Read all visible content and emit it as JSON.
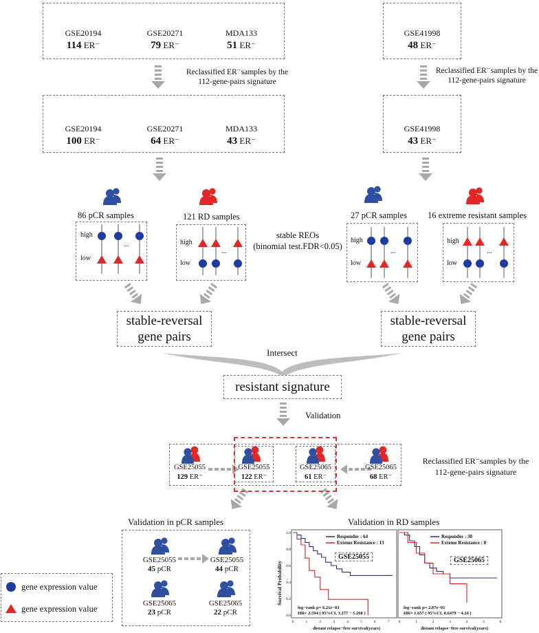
{
  "colors": {
    "blue": "#2f4fa0",
    "red": "#e02828",
    "grey_arrow": "#a8a8a8",
    "box_border": "#777777",
    "red_box": "#e03030",
    "navy_curve": "#26307a",
    "red_curve": "#d42020"
  },
  "icons": [
    "person-pair-icon",
    "blue-circle-icon",
    "red-triangle-icon",
    "dashed-arrow-icon"
  ],
  "top_left": [
    {
      "id": "GSE20194",
      "n": "114",
      "unit": "ER⁻"
    },
    {
      "id": "GSE20271",
      "n": "79",
      "unit": "ER⁻"
    },
    {
      "id": "MDA133",
      "n": "51",
      "unit": "ER⁻"
    }
  ],
  "top_right": {
    "id": "GSE41998",
    "n": "48",
    "unit": "ER⁻"
  },
  "reclass_left": [
    "Reclassified ER⁻samples by the",
    "112-gene-pairs signature"
  ],
  "reclass_right": [
    "Reclassified ER⁻samples by the",
    "112-gene-pairs signature"
  ],
  "mid_left": [
    {
      "id": "GSE20194",
      "n": "100",
      "unit": "ER⁻"
    },
    {
      "id": "GSE20271",
      "n": "64",
      "unit": "ER⁻"
    },
    {
      "id": "MDA133",
      "n": "43",
      "unit": "ER⁻"
    }
  ],
  "mid_right": {
    "id": "GSE41998",
    "n": "43",
    "unit": "ER⁻"
  },
  "groups": {
    "pcr_left": "86 pCR samples",
    "rd_left": "121 RD samples",
    "pcr_right": "27 pCR samples",
    "rd_right": "16 extreme resistant  samples"
  },
  "high": "high",
  "low": "low",
  "ellipsis": "...",
  "stable_reos": [
    "stable REOs",
    "(binomial test.FDR<0.05)"
  ],
  "stable_reversal": [
    "stable-reversal",
    "gene pairs"
  ],
  "intersect": "Intersect",
  "resistant_signature": "resistant signature",
  "validation": "Validation",
  "val_sets": {
    "a": {
      "id": "GSE25055",
      "n": "129",
      "unit": "ER⁻"
    },
    "b": {
      "id": "GSE25055",
      "n": "122",
      "unit": "ER⁻"
    },
    "c": {
      "id": "GSE25065",
      "n": "61",
      "unit": "ER⁻"
    },
    "d": {
      "id": "GSE25065",
      "n": "68",
      "unit": "ER⁻"
    }
  },
  "reclass_bottom": [
    "Reclassified ER⁻samples by the",
    "112-gene-pairs signature"
  ],
  "val_pcr_title": "Validation in pCR samples",
  "val_rd_title": "Validation in RD samples",
  "pcr_sets": [
    {
      "id": "GSE25055",
      "n": "45",
      "unit": "pCR"
    },
    {
      "id": "GSE25055",
      "n": "44",
      "unit": "pCR"
    },
    {
      "id": "GSE25065",
      "n": "23",
      "unit": "pCR"
    },
    {
      "id": "GSE25065",
      "n": "22",
      "unit": "pCR"
    }
  ],
  "legend": {
    "circle": "gene expression value",
    "triangle": "gene expression value"
  },
  "chart_data": [
    {
      "type": "line",
      "title": "GSE25055",
      "xlabel": "distant relapse−free survival(years)",
      "ylabel": "Survival Probability",
      "xlim": [
        0,
        7.5
      ],
      "ylim": [
        0,
        1
      ],
      "xticks": [
        "0",
        "1",
        "2",
        "3",
        "4",
        "5",
        "6",
        "7"
      ],
      "yticks": [
        "0.0",
        "0.2",
        "0.4",
        "0.6",
        "0.8",
        "1.0"
      ],
      "legend_position": "top-right",
      "series": [
        {
          "name": "Responder : 64",
          "color": "navy",
          "x": [
            0,
            0.3,
            0.6,
            0.9,
            1.2,
            1.5,
            1.8,
            2.1,
            2.4,
            2.8,
            3.2,
            3.6,
            4.2,
            4.8,
            5.4,
            7.3
          ],
          "y": [
            1.0,
            0.97,
            0.93,
            0.88,
            0.83,
            0.78,
            0.74,
            0.7,
            0.64,
            0.6,
            0.56,
            0.52,
            0.48,
            0.48,
            0.48,
            0.48
          ]
        },
        {
          "name": "Exteme Resistance : 13",
          "color": "red",
          "x": [
            0,
            0.3,
            0.6,
            0.9,
            1.2,
            1.6,
            2.0,
            2.6,
            3.0,
            4.5,
            5.5,
            5.5
          ],
          "y": [
            1.0,
            0.92,
            0.85,
            0.69,
            0.54,
            0.46,
            0.31,
            0.19,
            0.19,
            0.19,
            0.19,
            0.0
          ]
        }
      ],
      "annotations": [
        "log−rank p= 6.21e−03",
        "HR= 2.594 ( 95%CI, 1.277 − 5.268 )"
      ]
    },
    {
      "type": "line",
      "title": "GSE25065",
      "xlabel": "distant relapse−free survival(years)",
      "ylabel": "",
      "xlim": [
        0,
        6
      ],
      "ylim": [
        0,
        1
      ],
      "xticks": [
        "0",
        "1",
        "2",
        "3",
        "4",
        "5",
        "6"
      ],
      "yticks": [
        "0.0",
        "0.2",
        "0.4",
        "0.6",
        "0.8",
        "1.0"
      ],
      "legend_position": "top-right",
      "series": [
        {
          "name": "Responder : 30",
          "color": "navy",
          "x": [
            0,
            0.3,
            0.6,
            0.9,
            1.2,
            1.5,
            1.8,
            2.2,
            2.6,
            3.0,
            4.0,
            5.8
          ],
          "y": [
            1.0,
            0.97,
            0.9,
            0.83,
            0.73,
            0.63,
            0.57,
            0.53,
            0.5,
            0.45,
            0.45,
            0.45
          ]
        },
        {
          "name": "Exteme Resistance : 8",
          "color": "red",
          "x": [
            0,
            0.5,
            1.0,
            1.5,
            2.0,
            2.5,
            3.0,
            3.5,
            4.0,
            4.0
          ],
          "y": [
            1.0,
            0.88,
            0.75,
            0.63,
            0.5,
            0.5,
            0.38,
            0.38,
            0.38,
            0.15
          ]
        }
      ],
      "annotations": [
        "log−rank p= 2.87e−01",
        "HR= 1.657 ( 95%CI, 0.6479 − 4.24 )"
      ]
    }
  ]
}
